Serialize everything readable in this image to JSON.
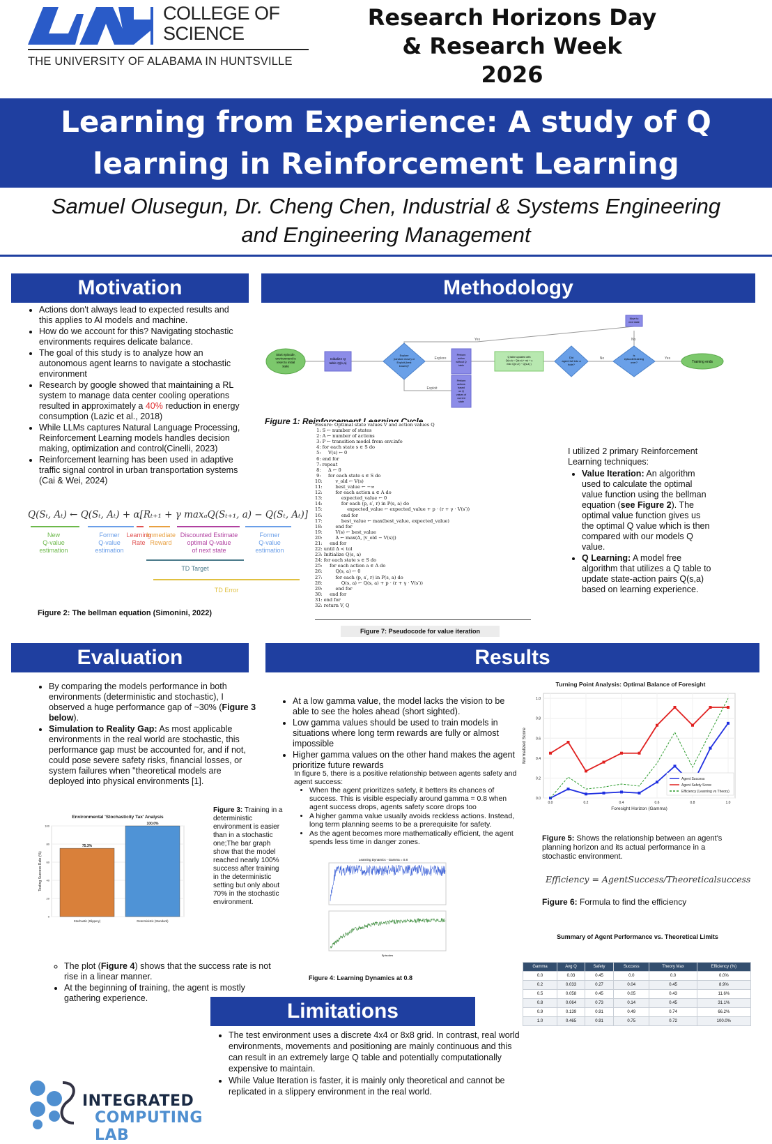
{
  "header": {
    "college_line1": "COLLEGE OF",
    "college_line2": "SCIENCE",
    "university": "THE UNIVERSITY OF ALABAMA IN HUNTSVILLE",
    "event_line1": "Research Horizons Day",
    "event_line2": "& Research Week",
    "event_line3": "2026"
  },
  "title": {
    "line1": "Learning from Experience: A study of Q",
    "line2": "learning in Reinforcement Learning"
  },
  "authors": {
    "line1": "Samuel Olusegun, Dr. Cheng Chen, Industrial & Systems Engineering",
    "line2": "and Engineering Management"
  },
  "motivation": {
    "heading": "Motivation",
    "bullets": [
      "Actions don't always lead to expected results and this applies to AI models and machine.",
      "How do we account for this? Navigating stochastic environments requires delicate balance.",
      "The goal of this study is to analyze how an autonomous agent learns to navigate a stochastic environment"
    ],
    "google_a": "Research by google showed that maintaining a RL system to manage data center cooling operations resulted in approximately a ",
    "google_pct": "40%",
    "google_b": " reduction in energy consumption (Lazic et al., 2018)",
    "bullets2": [
      "While LLMs captures Natural Language Processing, Reinforcement Learning models handles decision making, optimization and control(Cinelli, 2023)",
      "Reinforcement learning has been used in adaptive traffic signal control in urban transportation systems (Cai & Wei, 2024)"
    ],
    "bellman_eq": "Q(Sₜ, Aₜ) ← Q(Sₜ, Aₜ) + α[Rₜ₊₁ + γ maxₐQ(Sₜ₊₁, a) − Q(Sₜ, Aₜ)]",
    "bellman_labels": {
      "new_q": "New\nQ-value\nestimation",
      "former_q": "Former\nQ-value\nestimation",
      "lr": "Learning\nRate",
      "reward": "Immediate\nReward",
      "discounted": "Discounted Estimate\noptimal Q-value\nof next state",
      "former_q2": "Former\nQ-value\nestimation",
      "td_target": "TD Target",
      "td_error": "TD Error"
    },
    "fig2_caption": "Figure 2: The bellman equation (Simonini, 2022)"
  },
  "methodology": {
    "heading": "Methodology",
    "flow": {
      "start": "Start episode, environment is reset to initial state",
      "init": "Initialize Q table Q(s,a)",
      "explore_q": "Explore (random move) or Exploit (best known)?",
      "explore": "Explore",
      "exploit": "Exploit",
      "perform_random": "Perform action without Q table",
      "perform_best": "Perform actions based on Q values of current state",
      "update": "Q table updated with Q(s,a) = Q(s,a) + α(r + γ max Q(s',a') − Q(s,a))",
      "hole_q": "Did agent fall into a hole?",
      "no": "No",
      "yes": "Yes",
      "episode_q": "Is episode/training over?",
      "move_next": "Move to next state",
      "end": "Training ends"
    },
    "fig1_caption": "Figure 1: Reinforcement Learning Cycle",
    "pseudocode": [
      "Ensure: Optimal state values V and action values Q",
      " 1: S ← number of states",
      " 2: A ← number of actions",
      " 3: P ← transition model from env.info",
      " 4: for each state s ∈ S do",
      " 5:     V(s) ← 0",
      " 6: end for",
      " 7: repeat",
      " 8:     Δ ← 0",
      " 9:     for each state s ∈ S do",
      "10:         v_old ← V(s)",
      "11:         best_value ← −∞",
      "12:         for each action a ∈ A do",
      "13:             expected_value ← 0",
      "14:             for each (p, s′, r) in P(s, a) do",
      "15:                 expected_value ← expected_value + p · (r + γ · V(s′))",
      "16:             end for",
      "17:             best_value ← max(best_value, expected_value)",
      "18:         end for",
      "19:         V(s) ← best_value",
      "20:         Δ ← max(Δ, |v_old − V(s)|)",
      "21:     end for",
      "22: until Δ < tol",
      "23: Initialize Q(s, a)",
      "24: for each state s ∈ S do",
      "25:     for each action a ∈ A do",
      "26:         Q(s, a) ← 0",
      "27:         for each (p, s′, r) in P(s, a) do",
      "28:             Q(s, a) ← Q(s, a) + p · (r + γ · V(s′))",
      "29:         end for",
      "30:     end for",
      "31: end for",
      "32: return V, Q"
    ],
    "fig7_caption": "Figure 7: Pseudocode for value iteration",
    "intro": "I utilized 2 primary Reinforcement Learning techniques:",
    "vi_label": "Value Iteration:",
    "vi_text_a": " An algorithm used to calculate the optimal value function using the bellman equation (",
    "vi_see": "see Figure 2",
    "vi_text_b": "). The optimal value function gives us the optimal Q value which is then compared with our models Q value.",
    "ql_label": "Q Learning:",
    "ql_text": " A model free algorithm that utilizes a Q table to update state-action pairs Q(s,a) based on learning experience."
  },
  "evaluation": {
    "heading": "Evaluation",
    "b1_a": "By comparing the models performance in both environments (deterministic and stochastic), I observed a huge performance gap of ~30% (",
    "b1_bold": "Figure 3 below",
    "b1_b": ").",
    "b2_label": "Simulation to Reality Gap:",
    "b2_text": " As most applicable environments in the real world are stochastic, this performance gap must be accounted for, and if not, could pose severe safety risks, financial losses, or system failures when \"theoretical models are deployed into physical environments [1].",
    "fig3_title": "Environmental 'Stochasticity Tax' Analysis",
    "fig3_ylabel": "Testing Success Rate (%)",
    "fig3_label": "Figure 3:",
    "fig3_text": " Training in a deterministic environment is easier than in a stochastic one;The bar graph show that the model reached nearly 100% success after training in the deterministic setting but only about 70% in the stochastic environment.",
    "b3_a": "The plot (",
    "b3_bold": "Figure 4",
    "b3_b": ") shows that the success rate is not rise in a linear manner.",
    "b4": "At the beginning of training, the agent is mostly gathering experience."
  },
  "results": {
    "heading": "Results",
    "bullets": [
      "At a low gamma value, the model lacks the vision to be able to see the holes ahead (short sighted).",
      "Low gamma values should be used to train models in situations where long term rewards are fully or almost impossible",
      "Higher gamma values on the other hand makes the agent prioritize future rewards"
    ],
    "fig5_intro": "In figure 5, there is a positive relationship between agents safety and agent success:",
    "sub": [
      "When the agent prioritizes safety, it betters its chances of success. This is visible especially around gamma = 0.8 when agent success drops, agents safety score drops too",
      "A higher gamma value usually avoids reckless actions. Instead, long term planning seems to be a prerequisite for safety.",
      "As the agent becomes more mathematically efficient, the agent spends less time in danger zones."
    ],
    "fig4_title": "Learning Dynamics - Gamma = 0.8",
    "fig4_xlabel": "Episodes",
    "fig4_caption": "Figure 4: Learning Dynamics at 0.8",
    "fig5_title": "Turning Point Analysis: Optimal Balance of Foresight",
    "fig5_xlabel": "Foresight Horizon (Gamma)",
    "fig5_ylabel": "Normalized Score",
    "fig5_label": "Figure 5:",
    "fig5_text": " Shows the relationship between an agent's planning horizon and its actual performance in a stochastic environment.",
    "efficiency_formula": "Efficiency = AgentSuccess/Theoreticalsuccess",
    "fig6_label": "Figure 6:",
    "fig6_text": " Formula to find the efficiency",
    "table_title": "Summary of Agent Performance vs. Theoretical Limits",
    "table_headers": [
      "Gamma",
      "Avg Q",
      "Safety",
      "Success",
      "Theory Max",
      "Efficiency (%)"
    ],
    "table_rows": [
      [
        "0.0",
        "0.03",
        "0.45",
        "0.0",
        "0.0",
        "0.0%"
      ],
      [
        "0.2",
        "0.033",
        "0.27",
        "0.04",
        "0.45",
        "8.9%"
      ],
      [
        "0.5",
        "0.058",
        "0.45",
        "0.05",
        "0.43",
        "11.6%"
      ],
      [
        "0.8",
        "0.064",
        "0.73",
        "0.14",
        "0.45",
        "31.1%"
      ],
      [
        "0.9",
        "0.139",
        "0.91",
        "0.49",
        "0.74",
        "66.2%"
      ],
      [
        "1.0",
        "0.465",
        "0.91",
        "0.75",
        "0.72",
        "100.0%"
      ]
    ]
  },
  "limitations": {
    "heading": "Limitations",
    "bullets": [
      "The test environment uses a discrete 4x4 or 8x8 grid. In contrast, real world environments, movements and positioning are mainly continuous and this can result in an extremely large Q table and potentially computationally expensive to maintain.",
      "While Value Iteration is faster, it is mainly only theoretical and cannot be replicated in a slippery environment in the real world."
    ]
  },
  "lab": {
    "line1": "INTEGRATED",
    "line2": "COMPUTING LAB"
  },
  "chart_data": [
    {
      "type": "bar",
      "title": "Environmental 'Stochasticity Tax' Analysis",
      "ylabel": "Testing Success Rate (%)",
      "categories": [
        "Stochastic (Slippery)",
        "Deterministic (Standard)"
      ],
      "values": [
        75.3,
        100.0
      ],
      "value_labels": [
        "75.3%",
        "100.0%"
      ],
      "colors": [
        "#d9803a",
        "#4f93d6"
      ],
      "ylim": [
        0,
        100
      ],
      "yticks": [
        "0",
        "20",
        "40",
        "60",
        "80",
        "100"
      ]
    },
    {
      "type": "line",
      "title": "Turning Point Analysis: Optimal Balance of Foresight",
      "xlabel": "Foresight Horizon (Gamma)",
      "ylabel": "Normalized Score",
      "x": [
        0.0,
        0.1,
        0.2,
        0.3,
        0.4,
        0.5,
        0.6,
        0.7,
        0.8,
        0.9,
        1.0
      ],
      "xticks": [
        "0.0",
        "0.2",
        "0.4",
        "0.6",
        "0.8",
        "1.0"
      ],
      "yticks": [
        "0.0",
        "0.2",
        "0.4",
        "0.6",
        "0.8",
        "1.0"
      ],
      "ylim": [
        0,
        1.05
      ],
      "series": [
        {
          "name": "Agent Success",
          "color": "#1f2fe0",
          "values": [
            0.0,
            0.09,
            0.04,
            0.05,
            0.06,
            0.05,
            0.16,
            0.32,
            0.14,
            0.5,
            0.75
          ]
        },
        {
          "name": "Agent Safety Score",
          "color": "#e0201f",
          "values": [
            0.45,
            0.56,
            0.27,
            0.36,
            0.45,
            0.45,
            0.73,
            0.91,
            0.73,
            0.91,
            0.91
          ]
        },
        {
          "name": "Efficiency (Learning vs Theory)",
          "color": "#2a9a2a",
          "dashed": true,
          "values": [
            0.0,
            0.21,
            0.09,
            0.11,
            0.14,
            0.12,
            0.35,
            0.66,
            0.31,
            0.66,
            1.0
          ]
        }
      ],
      "legend": "bottom-right"
    }
  ]
}
